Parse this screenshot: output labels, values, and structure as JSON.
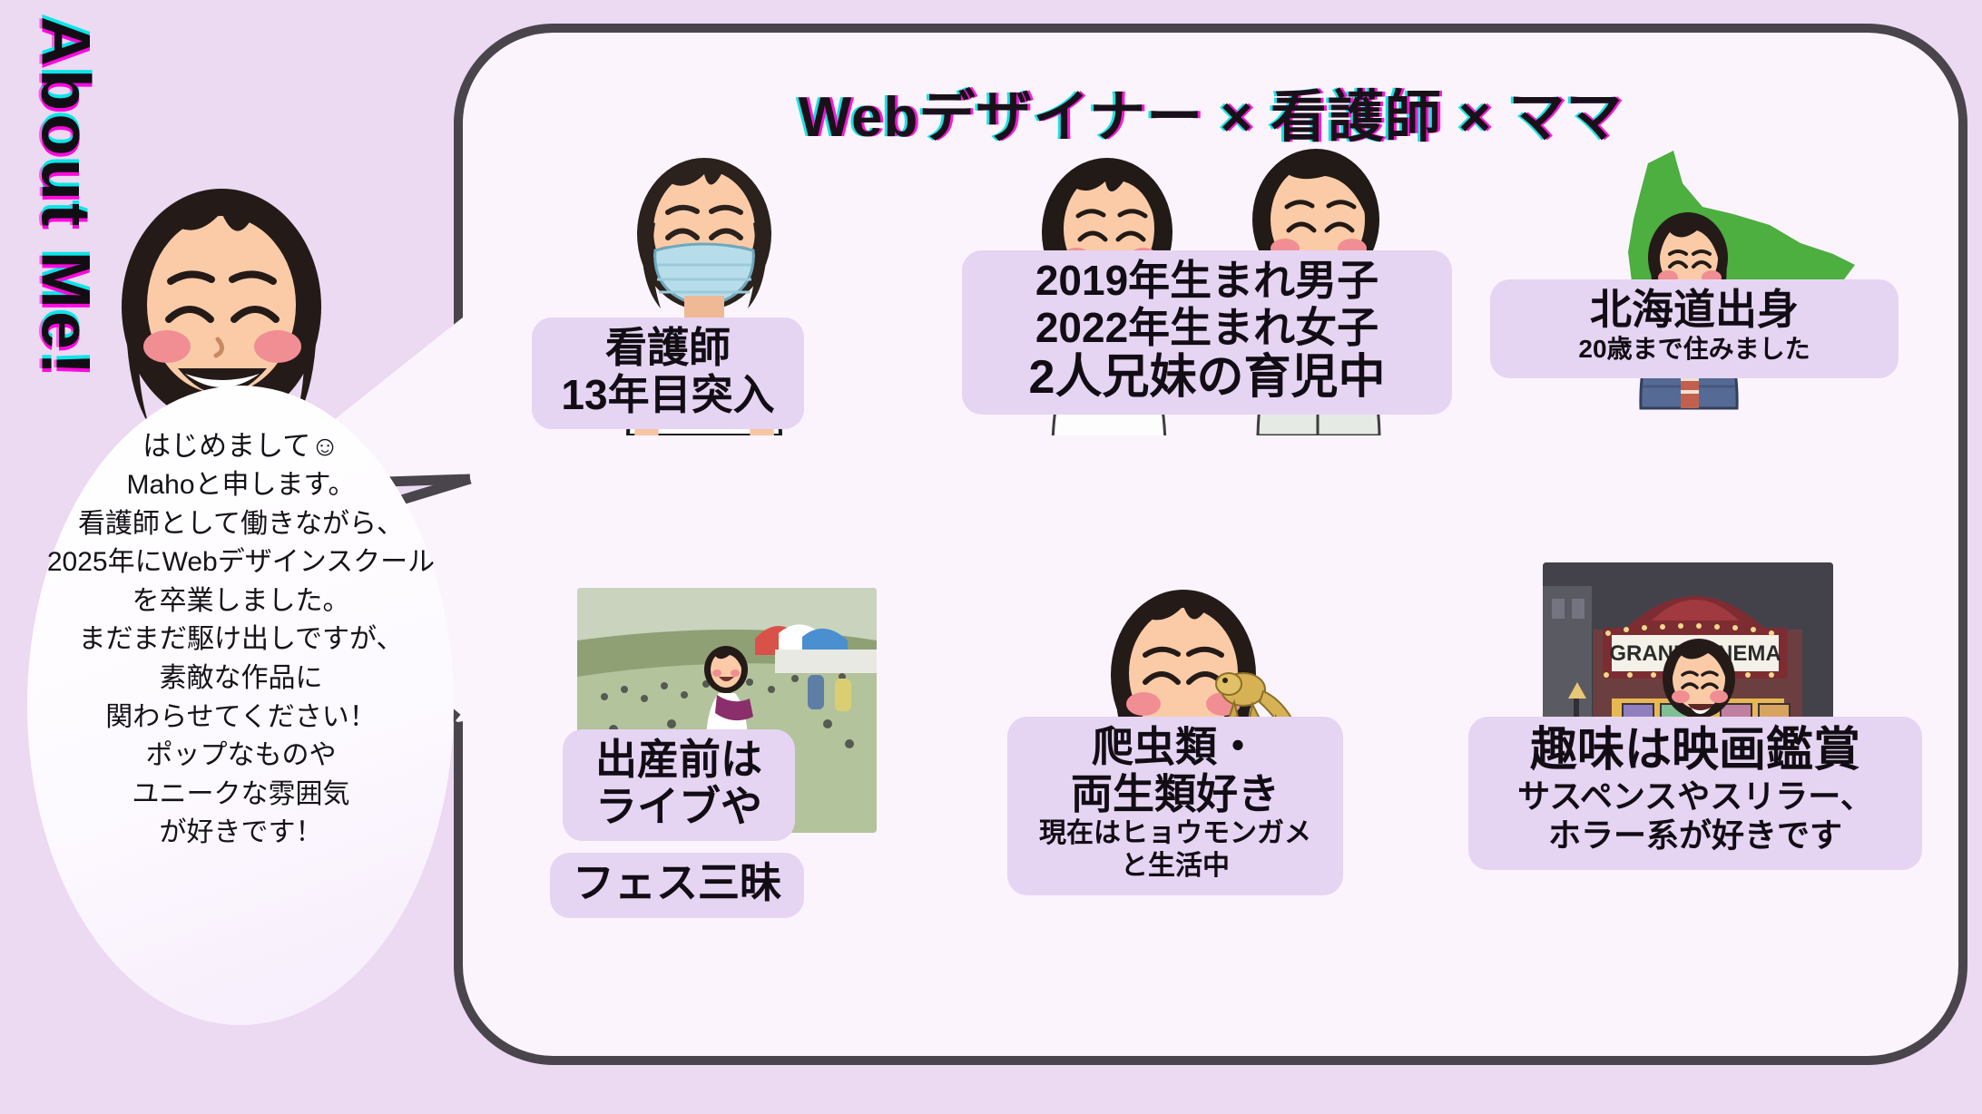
{
  "page": {
    "background_color": "#ecd9f2",
    "bubble_fill": "#fbf4fd",
    "bubble_stroke": "#4a454c",
    "badge_color": "#e6d4f3",
    "accent_magenta": "#ff00d2",
    "accent_cyan": "#00e1e1",
    "hokkaido_green": "#4caf3f"
  },
  "about_title": "About Me!",
  "headline": "Webデザイナー × 看護師 × ママ",
  "bio": {
    "lines": [
      "はじめまして☺",
      "Mahoと申します。",
      "看護師として働きながら、",
      "2025年にWebデザインスクール",
      "を卒業しました。",
      "まだまだ駆け出しですが、",
      "素敵な作品に",
      "関わらせてください！",
      "ポップなものや",
      "ユニークな雰囲気",
      "が好きです！"
    ]
  },
  "cards": [
    {
      "id": "nurse",
      "art": "nurse-illustration",
      "line1": "看護師",
      "line2": "13年目突入",
      "sub": ""
    },
    {
      "id": "kids",
      "art": "two-children-illustration",
      "line1": "2019年生まれ男子",
      "line2": "2022年生まれ女子",
      "line3": "2人兄妹の育児中",
      "sub": ""
    },
    {
      "id": "hokkaido",
      "art": "hokkaido-map-illustration",
      "line1": "北海道出身",
      "sub": "20歳まで住みました"
    },
    {
      "id": "festival",
      "art": "festival-photo",
      "line1": "出産前は",
      "line2": "ライブや",
      "line3": "フェス三昧",
      "sub": ""
    },
    {
      "id": "reptile",
      "art": "reptile-illustration",
      "line1": "爬虫類・",
      "line2": "両生類好き",
      "sub1": "現在はヒョウモンガメ",
      "sub2": "と生活中"
    },
    {
      "id": "cinema",
      "art": "cinema-illustration",
      "marquee": "GRAND CINEMA",
      "line1": "趣味は映画鑑賞",
      "sub1": "サスペンスやスリラー、",
      "sub2": "ホラー系が好きです"
    }
  ]
}
